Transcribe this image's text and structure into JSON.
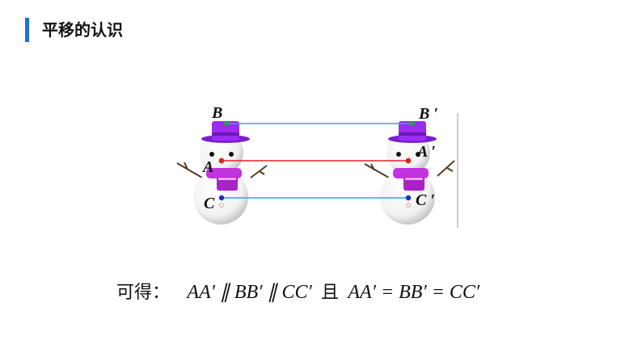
{
  "header": {
    "title": "平移的认识"
  },
  "figure": {
    "labels": {
      "b": "B",
      "b_prime": "B ′",
      "a": "A",
      "a_prime": "A ′",
      "c": "C",
      "c_prime": "C ′"
    },
    "colors": {
      "line_b": "#2EA8E0",
      "line_a": "#E02424",
      "line_c": "#2EA8E0",
      "hat": "#9B2CF0",
      "scarf": "#C433E0",
      "point_b": "#1FA34A",
      "point_a": "#E02424",
      "point_c": "#1A2FBF"
    }
  },
  "formula": {
    "prefix": "可得：",
    "part1": "AA′ ∥ BB′ ∥ CC′",
    "conj": "且",
    "part2": "AA′ = BB′ = CC′"
  }
}
